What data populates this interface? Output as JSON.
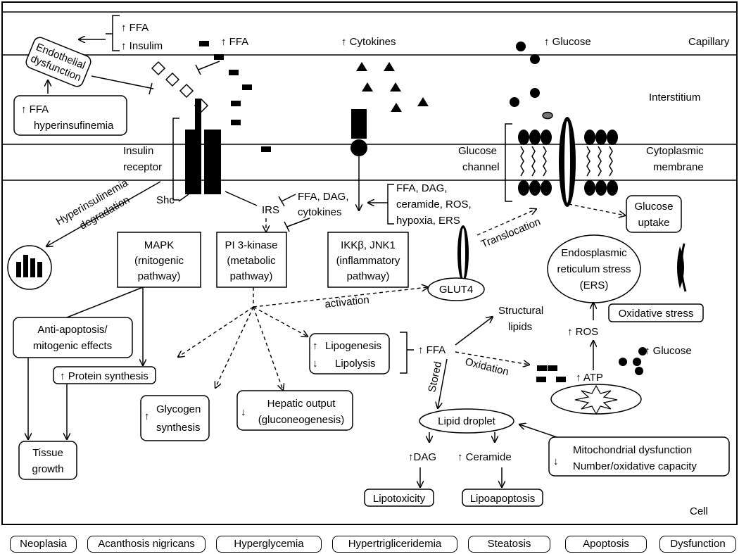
{
  "regions": {
    "capillary": "Capillary",
    "interstitium": "Interstitium",
    "membrane": [
      "Cytoplasmic",
      "membrane"
    ],
    "cell": "Cell"
  },
  "signals": {
    "ffa_insulim": [
      "↑ FFA",
      "↑ Insulim"
    ],
    "ffa": "↑ FFA",
    "cytokines": "↑ Cytokines",
    "glucose": "↑ Glucose"
  },
  "endothelial": [
    "Endothelial",
    "dysfunction"
  ],
  "ffa_hyper_box": [
    "↑ FFA",
    "hyperinsufinemia"
  ],
  "receptor": {
    "insulin_receptor": [
      "Insulin",
      "receptor"
    ],
    "glucose_channel": [
      "Glucose",
      "channel"
    ],
    "shc": "Shc",
    "irs": "IRS",
    "hyper_degradation": [
      "Hyperinsulinemia",
      "degradation"
    ]
  },
  "inhibitors": {
    "irs_inhib": [
      "FFA, DAG,",
      "cytokines"
    ],
    "ikk_inputs": [
      "FFA, DAG,",
      "ceramide, ROS,",
      "hypoxia, ERS"
    ]
  },
  "pathways": {
    "mapk": [
      "MAPK",
      "(rnitogenic",
      "pathway)"
    ],
    "pi3k": [
      "PI 3-kinase",
      "(metabolic",
      "pathway)"
    ],
    "ikk": [
      "IKKβ, JNK1",
      "(inflammatory",
      "pathway)"
    ]
  },
  "glucose_uptake": [
    "Glucose",
    "uptake"
  ],
  "translocation": "Translocation",
  "glut4": "GLUT4",
  "activation": "activation",
  "ers": [
    "Endosplasmic",
    "reticulum stress",
    "(ERS)"
  ],
  "oxidative_stress": "Oxidative stress",
  "ros": "↑ ROS",
  "glucose_right": "↑ Glucose",
  "atp": "↑ ATP",
  "anti_apoptosis": [
    "Anti-apoptosis/",
    "mitogenic effects"
  ],
  "protein_synthesis": "↑ Protein synthesis",
  "tissue_growth": [
    "Tissue",
    "growth"
  ],
  "glycogen": [
    "Glycogen",
    "synthesis"
  ],
  "hepatic": [
    "Hepatic output",
    "(gluconeogenesis)"
  ],
  "lipogenesis": [
    "Lipogenesis",
    "Lipolysis"
  ],
  "ffa_mid": "↑ FFA",
  "structural_lipids": [
    "Structural",
    "lipids"
  ],
  "stored": "Stored",
  "oxidation": "Oxidation",
  "lipid_droplet": "Lipid droplet",
  "dag": "↑DAG",
  "ceramide": "↑ Ceramide",
  "lipotoxicity": "Lipotoxicity",
  "lipoapoptosis": "Lipoapoptosis",
  "mito": [
    "Mitochondrial dysfunction",
    "Number/oxidative capacity"
  ],
  "outcomes": [
    "Neoplasia",
    "Acanthosis nigricans",
    "Hyperglycemia",
    "Hypertrigliceridemia",
    "Steatosis",
    "Apoptosis",
    "Dysfunction"
  ]
}
